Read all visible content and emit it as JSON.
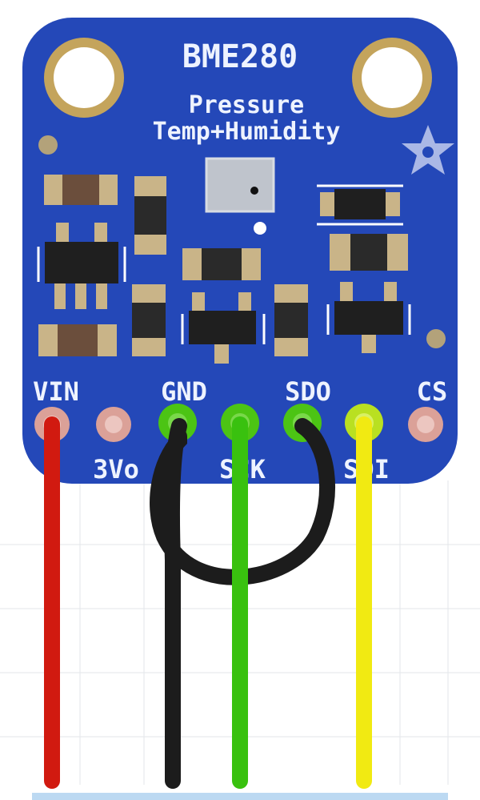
{
  "board": {
    "title": "BME280",
    "subtitle_line1": "Pressure",
    "subtitle_line2": "Temp+Humidity",
    "color": "#2448b8"
  },
  "pins": {
    "vin": "VIN",
    "v3o": "3Vo",
    "gnd": "GND",
    "sck": "SCK",
    "sdo": "SDO",
    "sdi": "SDI",
    "cs": "CS"
  },
  "wires": [
    {
      "from_pin": "VIN",
      "color": "#d11a10"
    },
    {
      "from_pin": "GND",
      "color": "#1c1c1c"
    },
    {
      "from_pin": "SDO",
      "color": "#1c1c1c"
    },
    {
      "from_pin": "SCK",
      "color": "#39c10f"
    },
    {
      "from_pin": "SDI",
      "color": "#f1ea12"
    }
  ]
}
